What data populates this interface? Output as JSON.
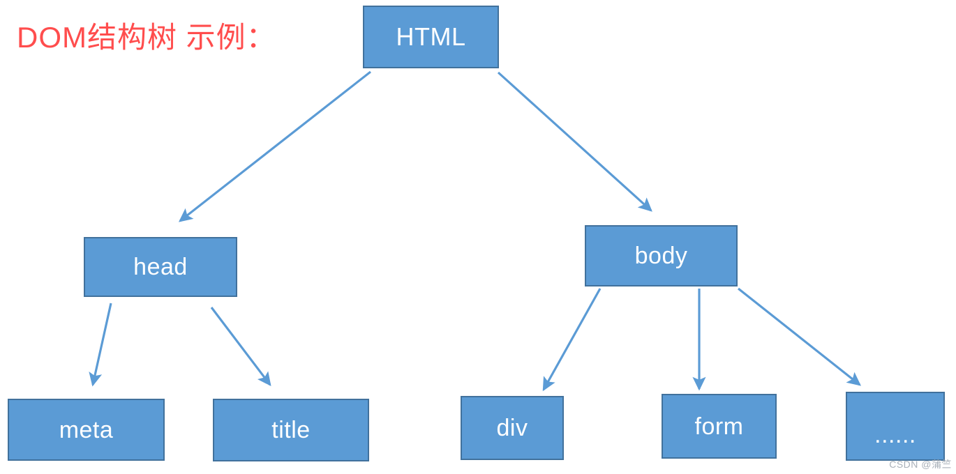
{
  "diagram": {
    "title": "DOM结构树 示例：",
    "title_color": "#FF4D4D",
    "node_fill": "#5B9BD5",
    "node_border": "#41719C",
    "edge_color": "#5B9BD5",
    "background": "#FFFFFF",
    "type": "tree",
    "nodes": [
      {
        "id": "html",
        "label": "HTML",
        "level": 0
      },
      {
        "id": "head",
        "label": "head",
        "level": 1
      },
      {
        "id": "body",
        "label": "body",
        "level": 1
      },
      {
        "id": "meta",
        "label": "meta",
        "level": 2
      },
      {
        "id": "title",
        "label": "title",
        "level": 2
      },
      {
        "id": "div",
        "label": "div",
        "level": 2
      },
      {
        "id": "form",
        "label": "form",
        "level": 2
      },
      {
        "id": "etc",
        "label": "......",
        "level": 2
      }
    ],
    "edges": [
      {
        "from": "html",
        "to": "head"
      },
      {
        "from": "html",
        "to": "body"
      },
      {
        "from": "head",
        "to": "meta"
      },
      {
        "from": "head",
        "to": "title"
      },
      {
        "from": "body",
        "to": "div"
      },
      {
        "from": "body",
        "to": "form"
      },
      {
        "from": "body",
        "to": "etc"
      }
    ]
  },
  "watermark": {
    "text": "CSDN @蒲竺"
  }
}
